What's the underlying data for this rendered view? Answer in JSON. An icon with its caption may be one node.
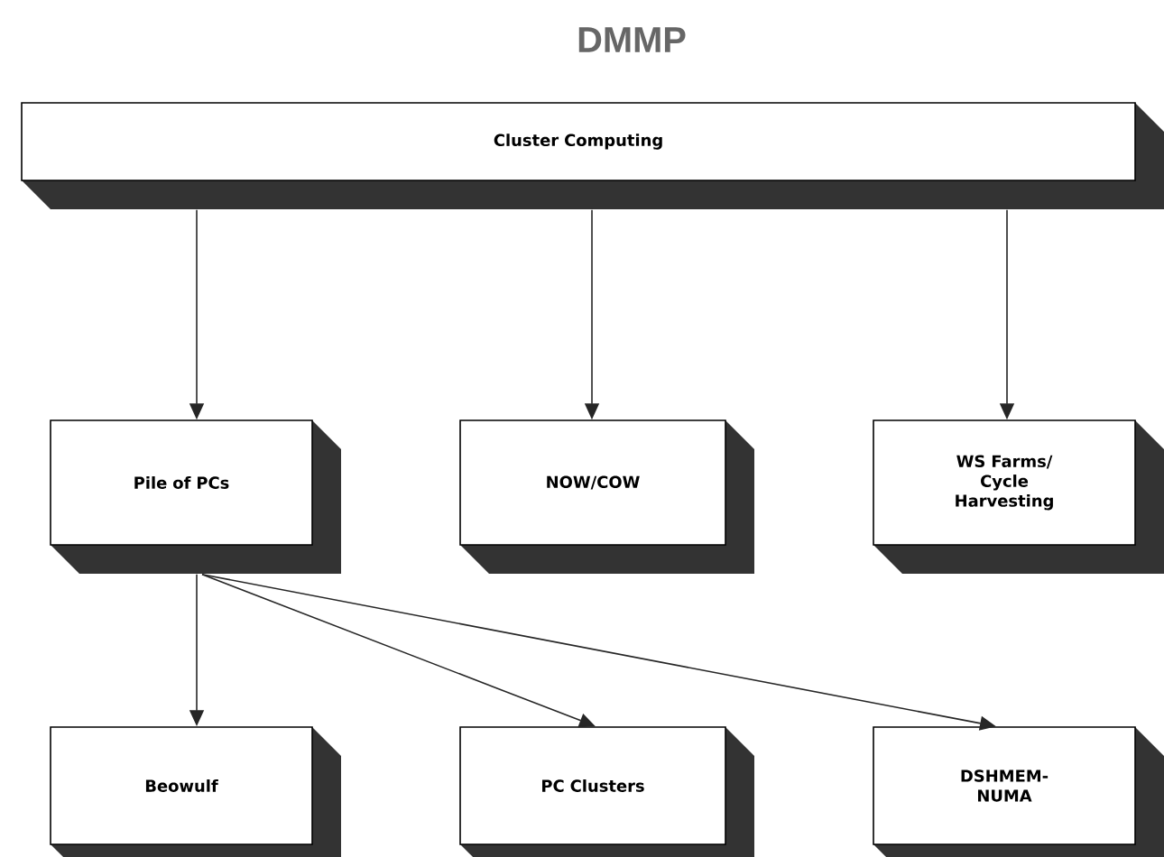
{
  "diagram": {
    "title": "DMMP",
    "nodes": [
      {
        "text": [
          "Cluster Computing"
        ]
      },
      {
        "text": [
          "Pile of PCs"
        ]
      },
      {
        "text": [
          "NOW/COW"
        ]
      },
      {
        "text": [
          "WS Farms/ Cycle Harvesting"
        ]
      },
      {
        "text": [
          "Beowulf"
        ]
      },
      {
        "text": [
          "PC Clusters"
        ]
      },
      {
        "text": [
          "DSHMEM-NUMA"
        ]
      }
    ],
    "edges": [
      {
        "from": 0,
        "to": 1,
        "arrow": "to"
      },
      {
        "from": 0,
        "to": 2,
        "arrow": "to"
      },
      {
        "from": 0,
        "to": 3,
        "arrow": "to"
      },
      {
        "from": 1,
        "to": 4,
        "arrow": "to"
      },
      {
        "from": 1,
        "to": 5,
        "arrow": "to"
      },
      {
        "from": 1,
        "to": 6,
        "arrow": "to"
      }
    ]
  }
}
